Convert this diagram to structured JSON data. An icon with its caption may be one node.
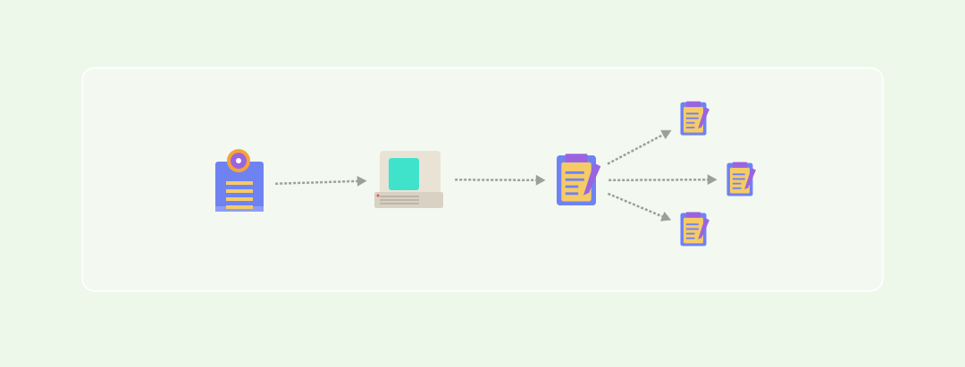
{
  "diagram": {
    "nodes": [
      {
        "text": [],
        "shape": "picture"
      },
      {
        "text": [],
        "shape": "picture"
      },
      {
        "text": [],
        "shape": "picture"
      },
      {
        "text": [],
        "shape": "picture"
      },
      {
        "text": [],
        "shape": "picture"
      },
      {
        "text": [],
        "shape": "picture"
      }
    ],
    "edges": [
      {
        "from": 0,
        "to": 1,
        "arrow": "to"
      },
      {
        "from": 1,
        "to": 2,
        "arrow": "to"
      },
      {
        "from": 2,
        "to": 3,
        "arrow": "to"
      },
      {
        "from": 2,
        "to": 4,
        "arrow": "to"
      },
      {
        "from": 2,
        "to": 5,
        "arrow": "to"
      }
    ]
  }
}
